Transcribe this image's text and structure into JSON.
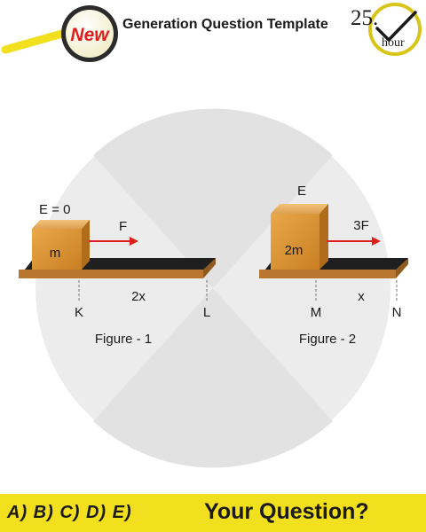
{
  "header": {
    "badge_text": "New",
    "title": "Generation Question Template",
    "clock_number": "25.",
    "clock_unit": "hour"
  },
  "figure1": {
    "energy_label": "E = 0",
    "mass_label": "m",
    "force_label": "F",
    "distance_label": "2x",
    "point_start": "K",
    "point_end": "L",
    "caption": "Figure - 1"
  },
  "figure2": {
    "energy_label": "E",
    "mass_label": "2m",
    "force_label": "3F",
    "distance_label": "x",
    "point_start": "M",
    "point_end": "N",
    "caption": "Figure - 2"
  },
  "footer": {
    "options": "A) B) C) D) E)",
    "question": "Your Question?"
  },
  "colors": {
    "accent_yellow": "#f2df1d",
    "block": "#d9952e",
    "plank_wood": "#b8762f",
    "plank_top": "#1f1f1f",
    "arrow": "#e01e1e",
    "background_circle": "#ececec"
  }
}
